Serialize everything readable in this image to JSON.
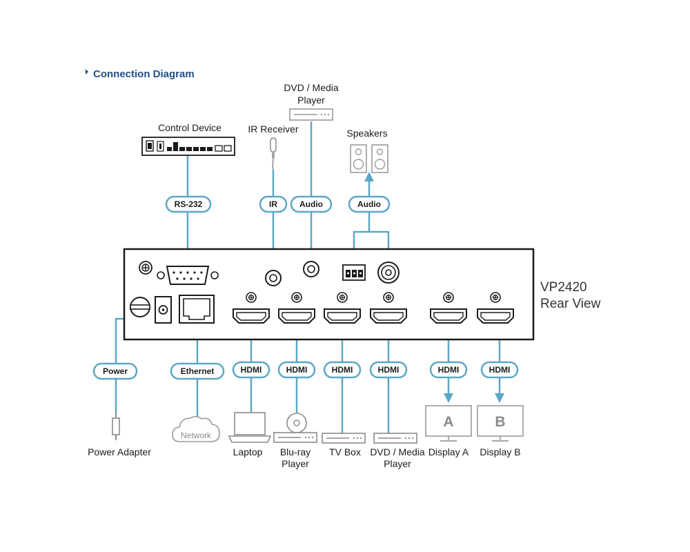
{
  "title": "Connection Diagram",
  "colors": {
    "accent": "#5ba7c5",
    "title": "#1e4f8a",
    "outline": "#1a1a1a",
    "device_gray": "#9a9a9a"
  },
  "unit": {
    "model": "VP2420",
    "view": "Rear View"
  },
  "labels": {
    "control_device": "Control Device",
    "ir_receiver": "IR Receiver",
    "dvd_top_line1": "DVD / Media",
    "dvd_top_line2": "Player",
    "speakers": "Speakers",
    "power_adapter": "Power Adapter",
    "network": "Network",
    "laptop": "Laptop",
    "bluray_line1": "Blu-ray",
    "bluray_line2": "Player",
    "tvbox": "TV Box",
    "dvd_bottom_line1": "DVD / Media",
    "dvd_bottom_line2": "Player",
    "display_a": "Display A",
    "display_b": "Display B",
    "display_a_letter": "A",
    "display_b_letter": "B"
  },
  "connectors": {
    "rs232": "RS-232",
    "ir": "IR",
    "audio_in": "Audio",
    "audio_out": "Audio",
    "power": "Power",
    "ethernet": "Ethernet",
    "hdmi_laptop": "HDMI",
    "hdmi_bluray": "HDMI",
    "hdmi_tvbox": "HDMI",
    "hdmi_dvd": "HDMI",
    "hdmi_out_a": "HDMI",
    "hdmi_out_b": "HDMI"
  }
}
